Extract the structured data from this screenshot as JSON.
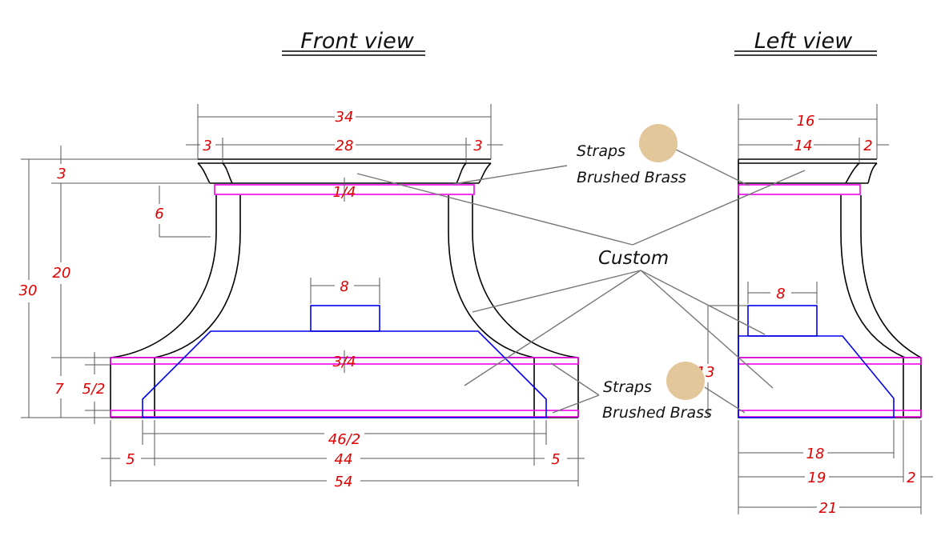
{
  "views": {
    "front": {
      "title": "Front view"
    },
    "left": {
      "title": "Left view"
    }
  },
  "callouts": {
    "straps_top": {
      "line1": "Straps",
      "line2": "Brushed Brass"
    },
    "straps_bottom": {
      "line1": "Straps",
      "line2": "Brushed Brass"
    },
    "custom": "Custom"
  },
  "dimensions": {
    "front": {
      "top_width": "34",
      "top_left_step": "3",
      "top_inner": "28",
      "top_right_step": "3",
      "crown_height": "3",
      "band_top": "1/4",
      "curve_drop": "6",
      "body_height": "20",
      "overall_height": "30",
      "bottom_height": "7",
      "lower_band": "5/2",
      "vent_width": "8",
      "band_mid": "3/4",
      "bottom_band_width": "46/2",
      "side_left": "5",
      "inner_width": "44",
      "side_right": "5",
      "overall_width": "54"
    },
    "left": {
      "top_width": "16",
      "top_inner": "14",
      "top_step": "2",
      "vent_width": "8",
      "front_height": "13",
      "bottom_inner": "18",
      "bottom_mid": "19",
      "bottom_step": "2",
      "overall_depth": "21"
    }
  },
  "colors": {
    "dimension_text": "#e00000",
    "strap_lines": "#ee00ee",
    "inner_liner": "#0000ee",
    "brass_swatch": "#e2c79a"
  }
}
